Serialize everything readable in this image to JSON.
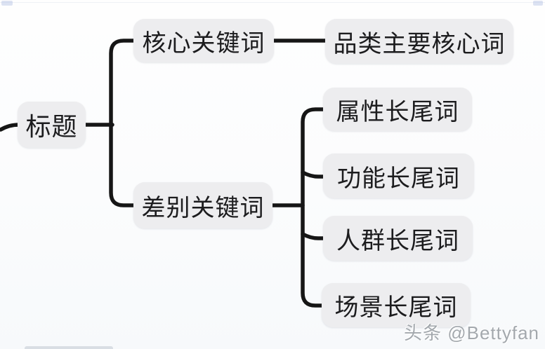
{
  "page": {
    "watermark": "头条 @Bettyfan"
  },
  "mindmap": {
    "root": {
      "label": "标题"
    },
    "branches": [
      {
        "label": "核心关键词",
        "children": [
          {
            "label": "品类主要核心词"
          }
        ]
      },
      {
        "label": "差别关键词",
        "children": [
          {
            "label": "属性长尾词"
          },
          {
            "label": "功能长尾词"
          },
          {
            "label": "人群长尾词"
          },
          {
            "label": "场景长尾词"
          }
        ]
      }
    ],
    "colors": {
      "node_bg": "#ededef",
      "node_text": "#1c1c1e",
      "line": "#161616",
      "watermark_text": "#a3a8ad"
    }
  }
}
